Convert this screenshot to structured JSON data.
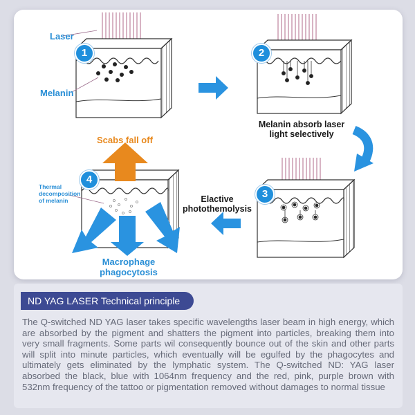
{
  "diagram": {
    "steps": [
      "1",
      "2",
      "3",
      "4"
    ],
    "labels": {
      "laser": "Laser",
      "melanin": "Melanin",
      "melanin_absorb": "Melanin absorb laser light selectively",
      "elective": "Elactive photothemolysis",
      "scabs": "Scabs fall off",
      "thermal": "Thermal decomposition of melanin",
      "macrophage": "Macrophage phagocytosis"
    },
    "colors": {
      "accent_blue": "#1f8fdc",
      "arrow_blue": "#2a93e0",
      "orange": "#e8891e",
      "laser_line": "#b06a88",
      "header_bg": "#3d4a93"
    }
  },
  "section": {
    "title": "ND YAG LASER Technical principle",
    "body": "The Q-switched ND YAG laser takes specific wavelengths laser beam in high energy, which are absorbed by the pigment and shatters the pigment into particles, breaking them into very small fragments. Some parts wil consequently bounce out of the skin and other parts will split into minute particles, which eventually will be egulfed by the phagocytes and ultimately gets eliminated by the lymphatic system. The Q-switched ND: YAG laser absorbed the black, blue with 1064nm frequency and the red, pink, purple brown with 532nm frequency of the tattoo or pigmentation removed without damages to normal tissue"
  }
}
